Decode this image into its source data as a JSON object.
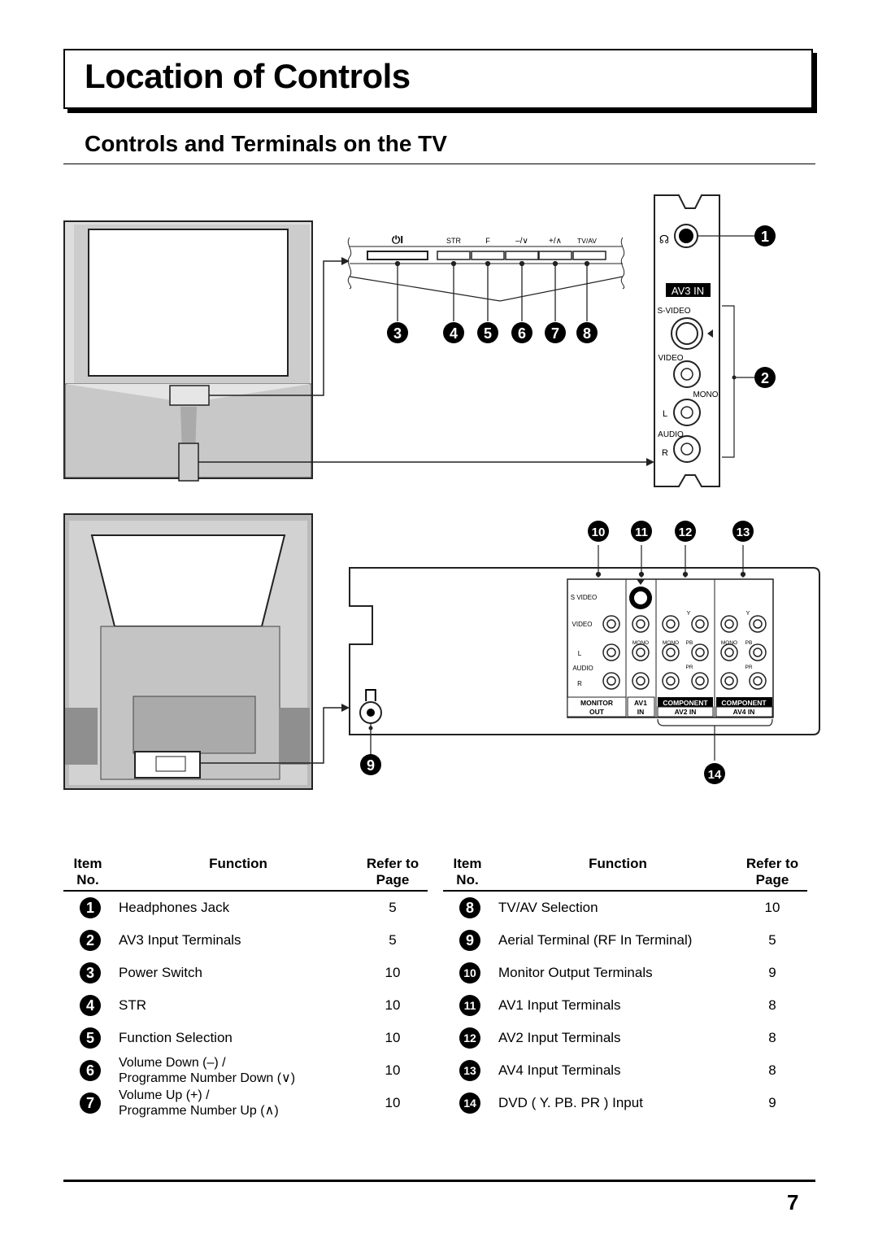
{
  "title": "Location of Controls",
  "subtitle": "Controls and Terminals on the TV",
  "front_panel": {
    "labels": [
      "⏻I",
      "STR",
      "F",
      "–/∨",
      "+/∧",
      "TV/AV"
    ]
  },
  "av3_panel": {
    "heading": "AV3 IN",
    "svideo": "S-VIDEO",
    "video": "VIDEO",
    "mono": "MONO",
    "l": "L",
    "audio": "AUDIO",
    "r": "R"
  },
  "rear_panel": {
    "svideo": "S VIDEO",
    "video": "VIDEO",
    "l": "L",
    "audio": "AUDIO",
    "r": "R",
    "mono": "MONO",
    "y": "Y",
    "pb": "PB",
    "pr": "PR",
    "monitor_out": [
      "MONITOR",
      "OUT"
    ],
    "av1_in": [
      "AV1",
      "IN"
    ],
    "av2_in": [
      "COMPONENT",
      "AV2 IN"
    ],
    "av4_in": [
      "COMPONENT",
      "AV4 IN"
    ]
  },
  "callouts": [
    "1",
    "2",
    "3",
    "4",
    "5",
    "6",
    "7",
    "8",
    "9",
    "10",
    "11",
    "12",
    "13",
    "14"
  ],
  "table": {
    "headers": {
      "item": "Item No.",
      "function": "Function",
      "refer": "Refer to Page"
    },
    "left_rows": [
      {
        "num": "1",
        "function": "Headphones Jack",
        "page": "5"
      },
      {
        "num": "2",
        "function": "AV3 Input Terminals",
        "page": "5"
      },
      {
        "num": "3",
        "function": "Power Switch",
        "page": "10"
      },
      {
        "num": "4",
        "function": "STR",
        "page": "10"
      },
      {
        "num": "5",
        "function": "Function Selection",
        "page": "10"
      },
      {
        "num": "6",
        "function": "Volume Down (–) /",
        "function2": "Programme Number Down (∨)",
        "page": "10"
      },
      {
        "num": "7",
        "function": "Volume Up (+) /",
        "function2": "Programme Number Up (∧)",
        "page": "10"
      }
    ],
    "right_rows": [
      {
        "num": "8",
        "function": "TV/AV Selection",
        "page": "10"
      },
      {
        "num": "9",
        "function": "Aerial Terminal (RF In Terminal)",
        "page": "5"
      },
      {
        "num": "10",
        "function": "Monitor Output Terminals",
        "page": "9"
      },
      {
        "num": "11",
        "function": "AV1 Input Terminals",
        "page": "8"
      },
      {
        "num": "12",
        "function": "AV2 Input Terminals",
        "page": "8"
      },
      {
        "num": "13",
        "function": "AV4 Input Terminals",
        "page": "8"
      },
      {
        "num": "14",
        "function": "DVD ( Y. PB. PR ) Input",
        "page": "9"
      }
    ]
  },
  "page_number": "7"
}
